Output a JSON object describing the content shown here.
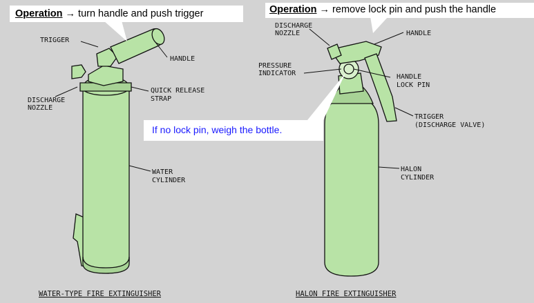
{
  "callouts": {
    "left": {
      "operation": "Operation",
      "arrow": " → ",
      "text": "turn handle and push trigger"
    },
    "right": {
      "operation": "Operation",
      "arrow": " → ",
      "text": "remove lock pin and push the handle"
    }
  },
  "note": "If no lock pin, weigh the bottle.",
  "water_extinguisher": {
    "caption": "WATER-TYPE FIRE EXTINGUISHER",
    "labels": {
      "trigger": "TRIGGER",
      "handle": "HANDLE",
      "discharge_nozzle_1": "DISCHARGE",
      "discharge_nozzle_2": "NOZZLE",
      "quick_release_1": "QUICK RELEASE",
      "quick_release_2": "STRAP",
      "water_cylinder_1": "WATER",
      "water_cylinder_2": "CYLINDER"
    }
  },
  "halon_extinguisher": {
    "caption": "HALON FIRE EXTINGUISHER",
    "labels": {
      "discharge_nozzle_1": "DISCHARGE",
      "discharge_nozzle_2": "NOZZLE",
      "handle": "HANDLE",
      "pressure_indicator_1": "PRESSURE",
      "pressure_indicator_2": "INDICATOR",
      "handle_lock_pin_1": "HANDLE",
      "handle_lock_pin_2": "LOCK PIN",
      "trigger_1": "TRIGGER",
      "trigger_2": "(DISCHARGE VALVE)",
      "halon_cylinder_1": "HALON",
      "halon_cylinder_2": "CYLINDER"
    }
  },
  "colors": {
    "background": "#d3d3d3",
    "body_fill": "#b8e3a6",
    "outline": "#111111",
    "note_text": "#1a1aff"
  }
}
